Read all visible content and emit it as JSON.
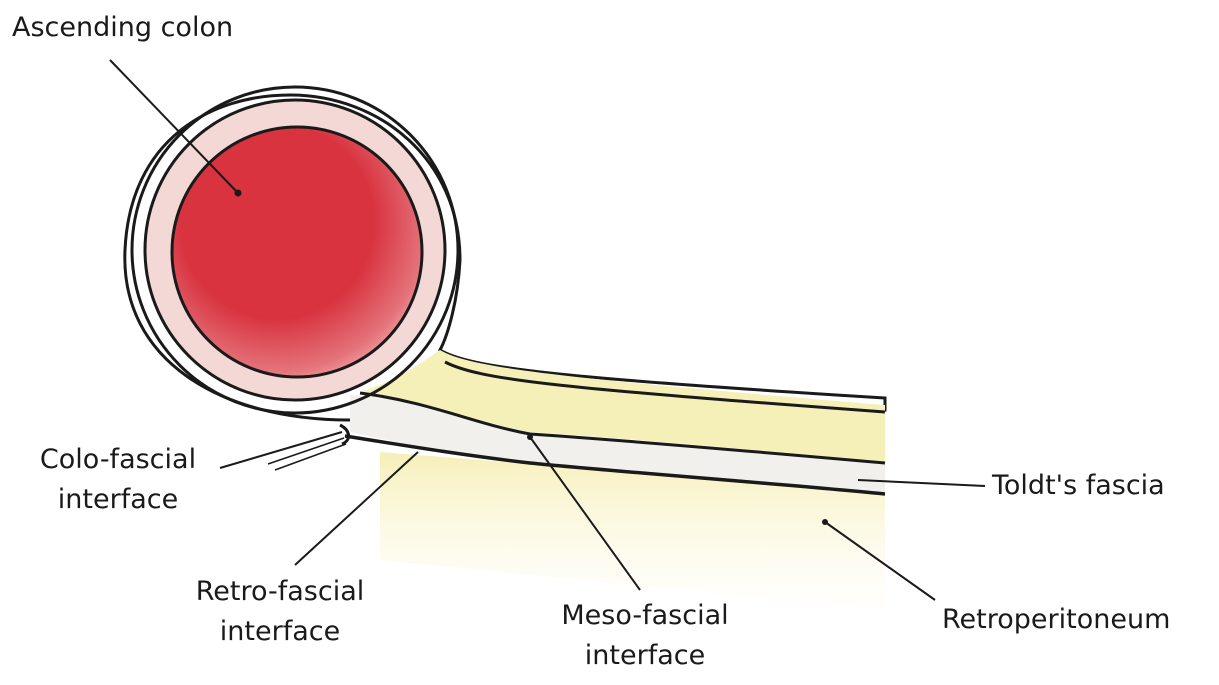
{
  "labels": {
    "ascending_colon": "Ascending colon",
    "colo_fascial": [
      "Colo-fascial",
      "interface"
    ],
    "retro_fascial": [
      "Retro-fascial",
      "interface"
    ],
    "meso_fascial": [
      "Meso-fascial",
      "interface"
    ],
    "toldts_fascia": "Toldt's fascia",
    "retroperitoneum": "Retroperitoneum"
  },
  "colors": {
    "colon_lumen": "#d8333f",
    "colon_wall": "#f3d8d6",
    "mesocolon_fat": "#f5f0b8",
    "retroperitoneum": "#f7f2c4",
    "fascia": "#f2f0ec",
    "outline": "#1a1a1a"
  }
}
